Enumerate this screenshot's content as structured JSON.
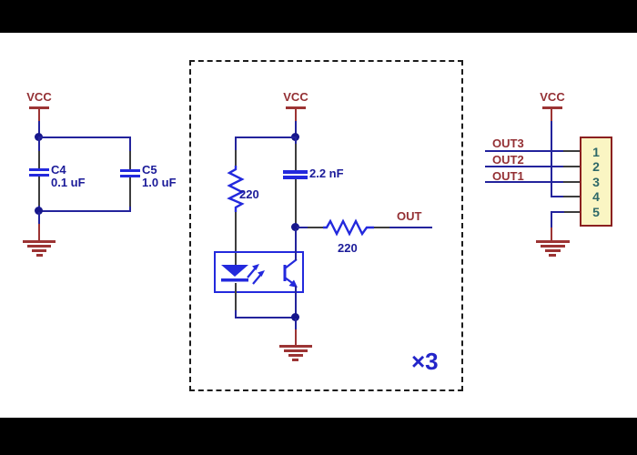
{
  "decoupling": {
    "vcc_label": "VCC",
    "c4_ref": "C4",
    "c4_value": "0.1 uF",
    "c5_ref": "C5",
    "c5_value": "1.0 uF"
  },
  "sensor_cell": {
    "vcc_label": "VCC",
    "led_resistor_value": "220",
    "cap_value": "2.2 nF",
    "out_net_label": "OUT",
    "out_resistor_value": "220",
    "multiplier_label": "×3"
  },
  "connector": {
    "vcc_label": "VCC",
    "net_labels": [
      "OUT3",
      "OUT2",
      "OUT1"
    ],
    "pin_numbers": [
      "1",
      "2",
      "3",
      "4",
      "5"
    ]
  },
  "colors": {
    "wire_blue": "#23239c",
    "component_blue": "#2329dd",
    "label_blue": "#1b1b99",
    "net_label_red": "#943034",
    "ground_red": "#9c3434",
    "lead_gray": "#3d3d3d",
    "connector_fill": "#faf5c3",
    "connector_border": "#8b2020",
    "pin_number_teal": "#2e6868",
    "frame_black": "#000000"
  }
}
